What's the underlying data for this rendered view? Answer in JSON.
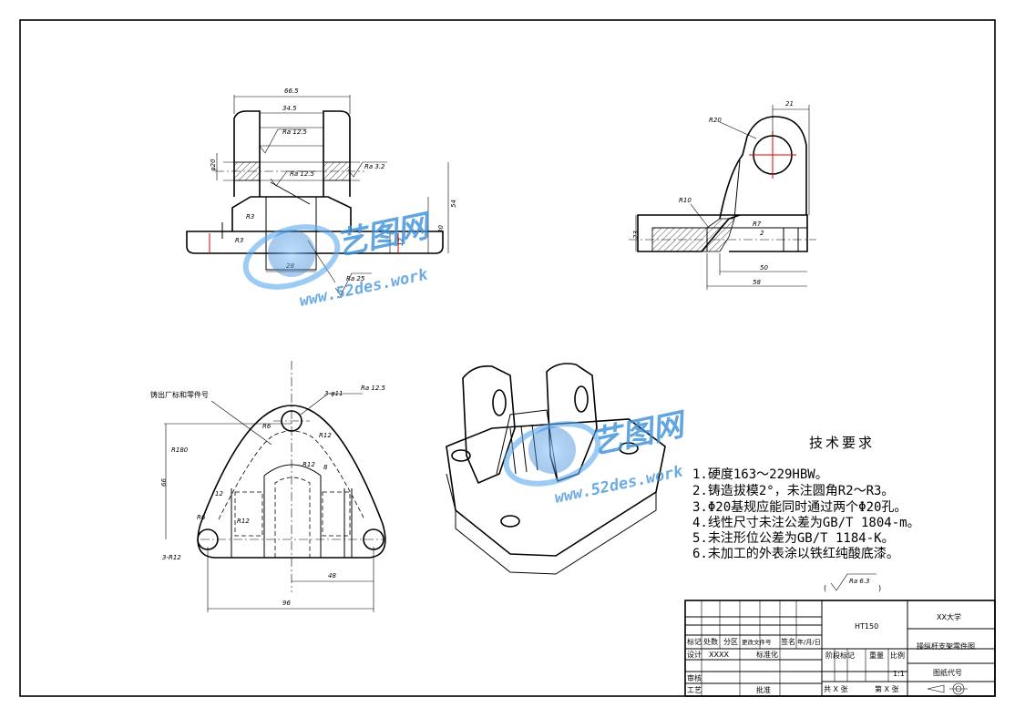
{
  "tech_requirements": {
    "title": "技术要求",
    "items": [
      "1.硬度163～229HBW。",
      "2.铸造拔模2°，未注圆角R2～R3。",
      "3.Φ20基规应能同时通过两个Φ20孔。",
      "4.线性尺寸未注公差为GB/T 1804-m。",
      "5.未注形位公差为GB/T 1184-K。",
      "6.未加工的外表涂以铁红纯酸底漆。"
    ],
    "general_roughness": "Ra 6.3"
  },
  "front_view": {
    "dims": [
      "66.5",
      "34.5",
      "φ20",
      "Ra 12.5",
      "Ra 12.5",
      "Ra 3.2",
      "R3",
      "R3",
      "28",
      "12",
      "30",
      "54",
      "Ra 25"
    ]
  },
  "side_view": {
    "dims": [
      "21",
      "R20",
      "R10",
      "R7",
      "2",
      "23",
      "50",
      "58"
    ]
  },
  "top_view": {
    "note": "铸出厂标和零件号",
    "dims": [
      "3-φ11",
      "Ra 12.5",
      "R6",
      "R12",
      "R180",
      "R12",
      "8",
      "66",
      "12",
      "R6",
      "R12",
      "3-R12",
      "48",
      "96"
    ]
  },
  "title_block": {
    "material": "HT150",
    "school": "XX大学",
    "drawing_name": "操纵杆支架零件图",
    "drawing_code": "图纸代号",
    "scale": "1:1",
    "headers": [
      "标记",
      "处数",
      "分区",
      "更改文件号",
      "签名",
      "年/月/日"
    ],
    "designer_label": "设计",
    "designer": "XXXX",
    "std_label": "标准化",
    "stage_label": "阶段标记",
    "weight_label": "重量",
    "scale_label": "比例",
    "check_label": "审核",
    "process_label": "工艺",
    "approve_label": "批准",
    "sheets_total": "共 X 张",
    "sheet_no": "第 X 张"
  },
  "watermark": {
    "brand": "艺图网",
    "url": "www.52des.work"
  }
}
